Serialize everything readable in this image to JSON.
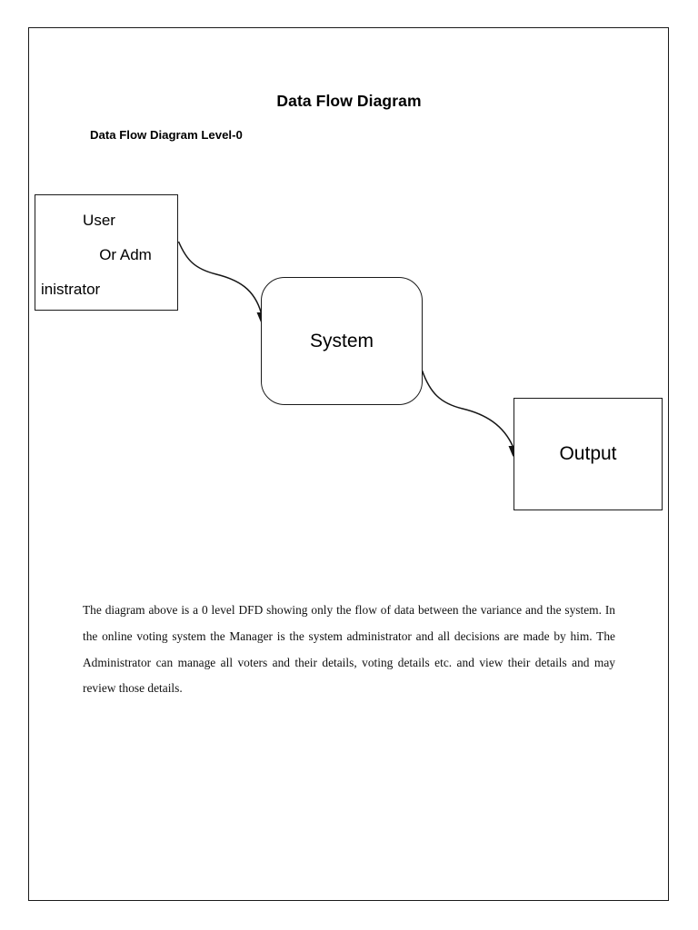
{
  "document": {
    "title": "Data Flow Diagram",
    "subtitle": "Data Flow Diagram Level-0"
  },
  "diagram": {
    "type": "data-flow-diagram",
    "level": "0",
    "nodes": [
      {
        "id": "user",
        "shape": "rectangle",
        "lines": [
          "User",
          "Or Adm",
          "inistrator"
        ],
        "full_text": "User Or Administrator"
      },
      {
        "id": "system",
        "shape": "rounded-rectangle",
        "label": "System"
      },
      {
        "id": "output",
        "shape": "rectangle",
        "label": "Output"
      }
    ],
    "edges": [
      {
        "id": "user-to-system",
        "from": "user",
        "to": "system",
        "style": "curved-arrow",
        "label": ""
      },
      {
        "id": "system-to-output",
        "from": "system",
        "to": "output",
        "style": "curved-arrow",
        "label": ""
      }
    ],
    "stroke_color": "#1a1a1a",
    "fill_color": "#ffffff"
  },
  "body": {
    "paragraph": "The diagram above is a 0 level DFD showing only the flow of data between the variance and the system. In the online voting system the Manager is the system administrator and all decisions are made by him. The Administrator can manage all voters and their details, voting details etc. and view their details and may review those details."
  }
}
